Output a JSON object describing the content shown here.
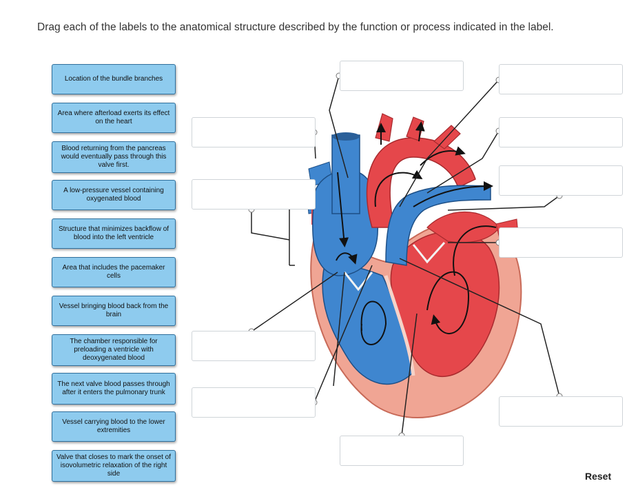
{
  "instructions": "Drag each of the labels to the anatomical structure described by the function or process indicated in the label.",
  "labels": [
    {
      "text": "Location of the bundle branches"
    },
    {
      "text": "Area where afterload exerts its effect on the heart"
    },
    {
      "text": "Blood returning from the pancreas would eventually pass through this valve first."
    },
    {
      "text": "A low-pressure vessel containing oxygenated blood"
    },
    {
      "text": "Structure that minimizes backflow of blood into the left ventricle"
    },
    {
      "text": "Area that includes the pacemaker cells"
    },
    {
      "text": "Vessel bringing blood back from the brain"
    },
    {
      "text": "The chamber responsible for preloading a ventricle with deoxygenated blood"
    },
    {
      "text": "The next valve blood passes through after it enters the pulmonary trunk"
    },
    {
      "text": "Vessel carrying blood to the lower extremities"
    },
    {
      "text": "Valve that closes to mark the onset of isovolumetric relaxation of the right side"
    }
  ],
  "reset_label": "Reset",
  "colors": {
    "label_fill": "#8ecbee",
    "label_border": "#2f6f9c",
    "oxygenated": "#e5474b",
    "deoxygenated": "#3f86cf",
    "myocardium": "#f0a594"
  }
}
